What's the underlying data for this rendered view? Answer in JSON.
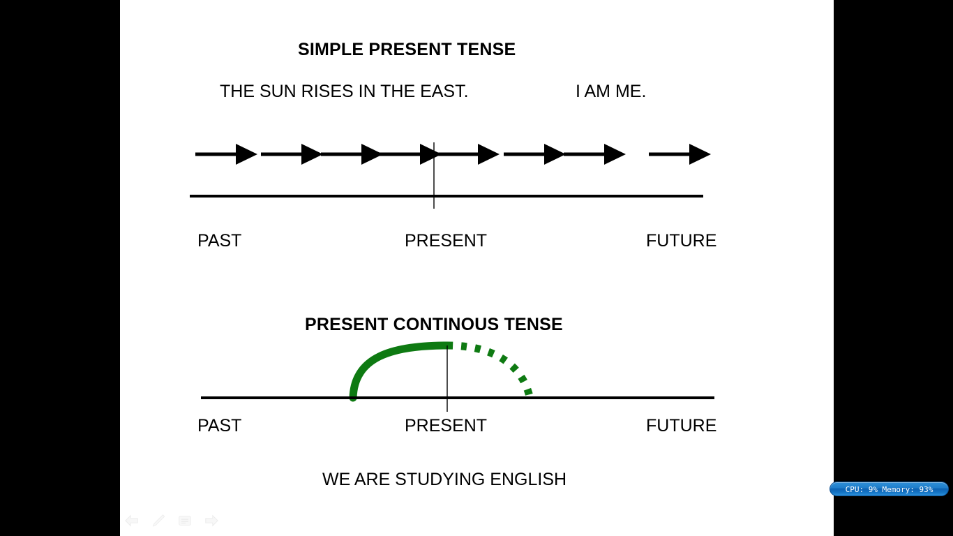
{
  "slide": {
    "background_color": "#ffffff",
    "stage_color": "#000000",
    "section_one": {
      "title": "SIMPLE PRESENT TENSE",
      "examples": [
        "THE SUN RISES IN THE EAST.",
        "I AM ME."
      ],
      "timeline": {
        "labels": [
          "PAST",
          "PRESENT",
          "FUTURE"
        ],
        "line_color": "#000000",
        "arrow_count": 8,
        "arrow_color": "#000000"
      }
    },
    "section_two": {
      "title": "PRESENT CONTINOUS TENSE",
      "example": "WE ARE STUDYING ENGLISH",
      "timeline": {
        "labels": [
          "PAST",
          "PRESENT",
          "FUTURE"
        ],
        "line_color": "#000000"
      },
      "arc": {
        "solid_color": "#0e7a12",
        "dotted_color": "#0e7a12",
        "solid_segment": "past-to-present",
        "dotted_segment": "present-to-future"
      }
    }
  },
  "controls": {
    "items": [
      {
        "name": "previous-slide-icon",
        "label": "Previous"
      },
      {
        "name": "pen-tool-icon",
        "label": "Pen"
      },
      {
        "name": "slide-menu-icon",
        "label": "Menu"
      },
      {
        "name": "next-slide-icon",
        "label": "Next"
      }
    ]
  },
  "status": {
    "text": "CPU: 9%   Memory: 93%",
    "cpu": "CPU: 9%",
    "memory": "Memory: 93%",
    "accent_color": "#1f7ecb"
  }
}
